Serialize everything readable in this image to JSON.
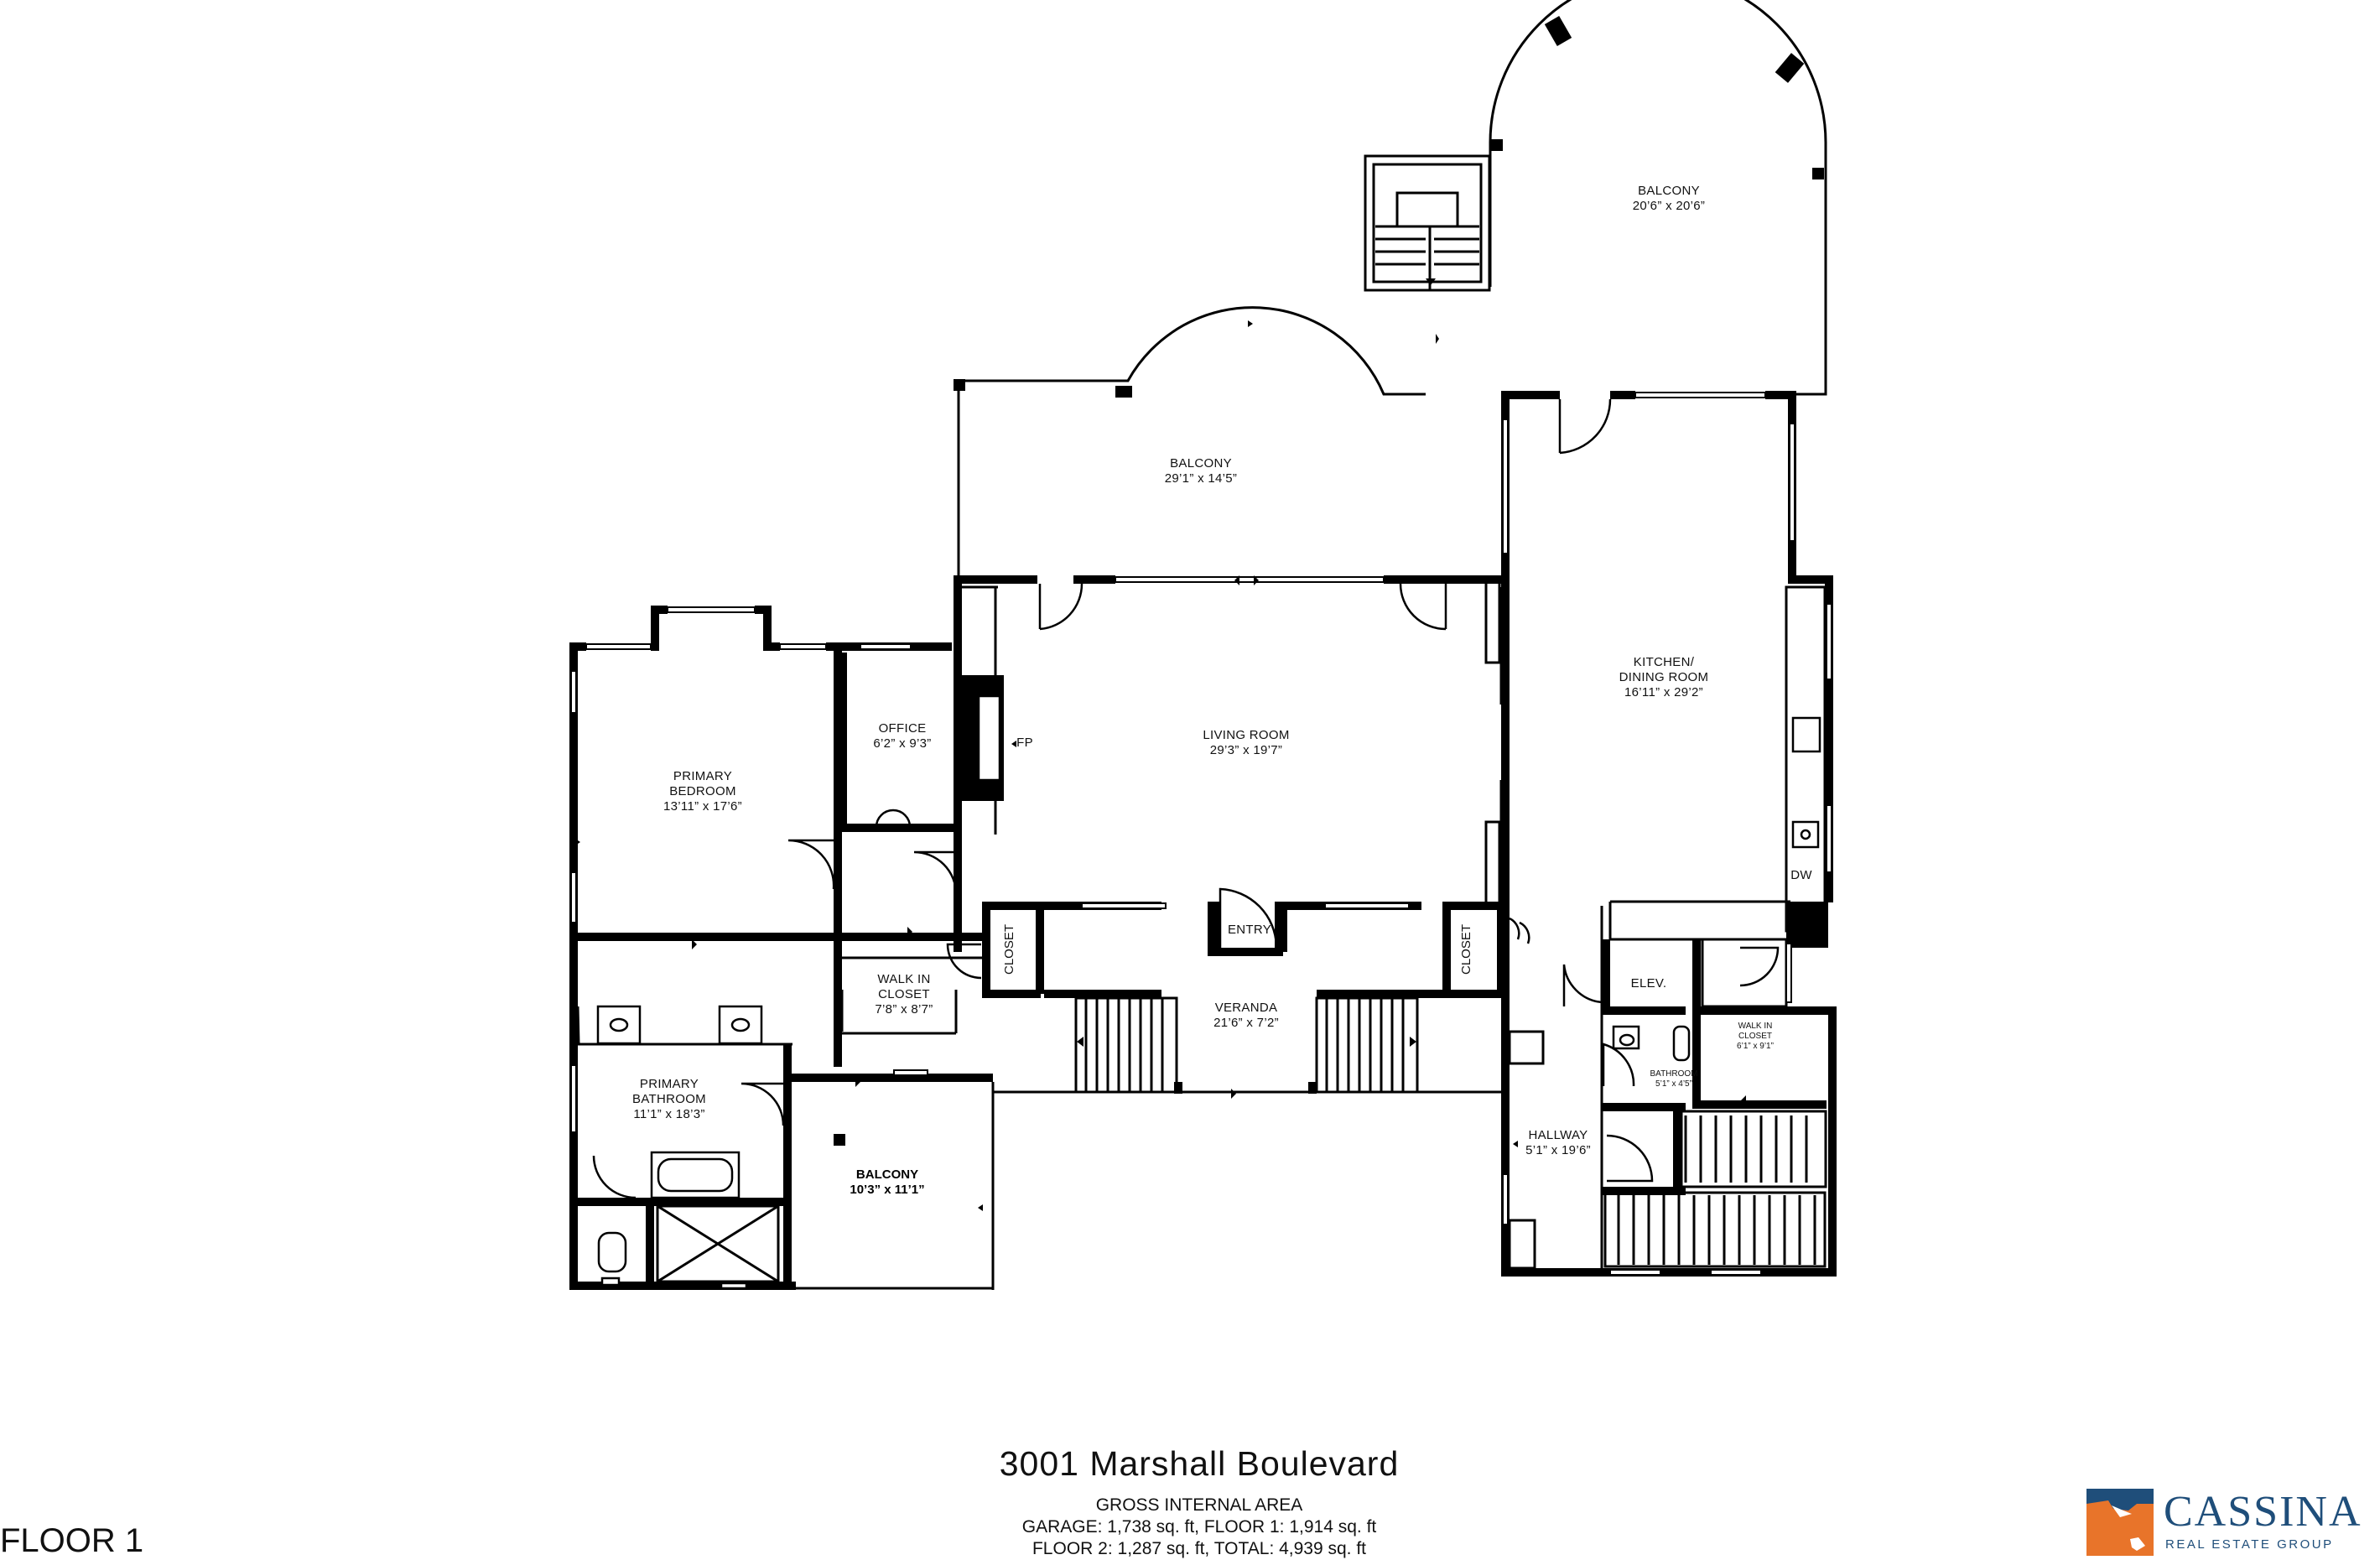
{
  "rooms": {
    "balcony_upper": {
      "name": "BALCONY",
      "dims": "20’6” x 20’6”"
    },
    "balcony_mid": {
      "name": "BALCONY",
      "dims": "29’1” x 14’5”"
    },
    "kitchen": {
      "name_line1": "KITCHEN/",
      "name_line2": "DINING ROOM",
      "dims": "16’11” x 29’2”"
    },
    "living": {
      "name": "LIVING ROOM",
      "dims": "29’3” x 19’7”"
    },
    "office": {
      "name": "OFFICE",
      "dims": "6’2” x 9’3”"
    },
    "primary_bedroom": {
      "name_line1": "PRIMARY",
      "name_line2": "BEDROOM",
      "dims": "13’11” x 17’6”"
    },
    "walk_in_closet": {
      "name_line1": "WALK IN",
      "name_line2": "CLOSET",
      "dims": "7’8” x 8’7”"
    },
    "veranda": {
      "name": "VERANDA",
      "dims": "21’6” x 7’2”"
    },
    "primary_bathroom": {
      "name_line1": "PRIMARY",
      "name_line2": "BATHROOM",
      "dims": "11’1” x 18’3”"
    },
    "balcony_lower": {
      "name": "BALCONY",
      "dims": "10’3” x 11’1”"
    },
    "hallway": {
      "name": "HALLWAY",
      "dims": "5’1” x 19’6”"
    },
    "bathroom_small": {
      "name": "BATHROOM",
      "dims": "5’1” x 4’5”"
    },
    "walk_in_closet_small": {
      "name_line1": "WALK IN",
      "name_line2": "CLOSET",
      "dims": "6’1” x 9’1”"
    }
  },
  "labels": {
    "entry": "ENTRY",
    "fireplace": "FP",
    "dishwasher": "DW",
    "elevator": "ELEV.",
    "closet": "CLOSET"
  },
  "footer": {
    "address": "3001 Marshall Boulevard",
    "area_title": "GROSS INTERNAL AREA",
    "area_line1": "GARAGE: 1,738 sq. ft, FLOOR 1: 1,914 sq. ft",
    "area_line2": "FLOOR 2: 1,287 sq. ft, TOTAL: 4,939 sq. ft",
    "floor": "FLOOR 1"
  },
  "logo": {
    "name": "CASSINA",
    "subtitle": "REAL ESTATE GROUP",
    "colors": {
      "blue": "#1f4e7a",
      "orange": "#e8742a"
    }
  }
}
